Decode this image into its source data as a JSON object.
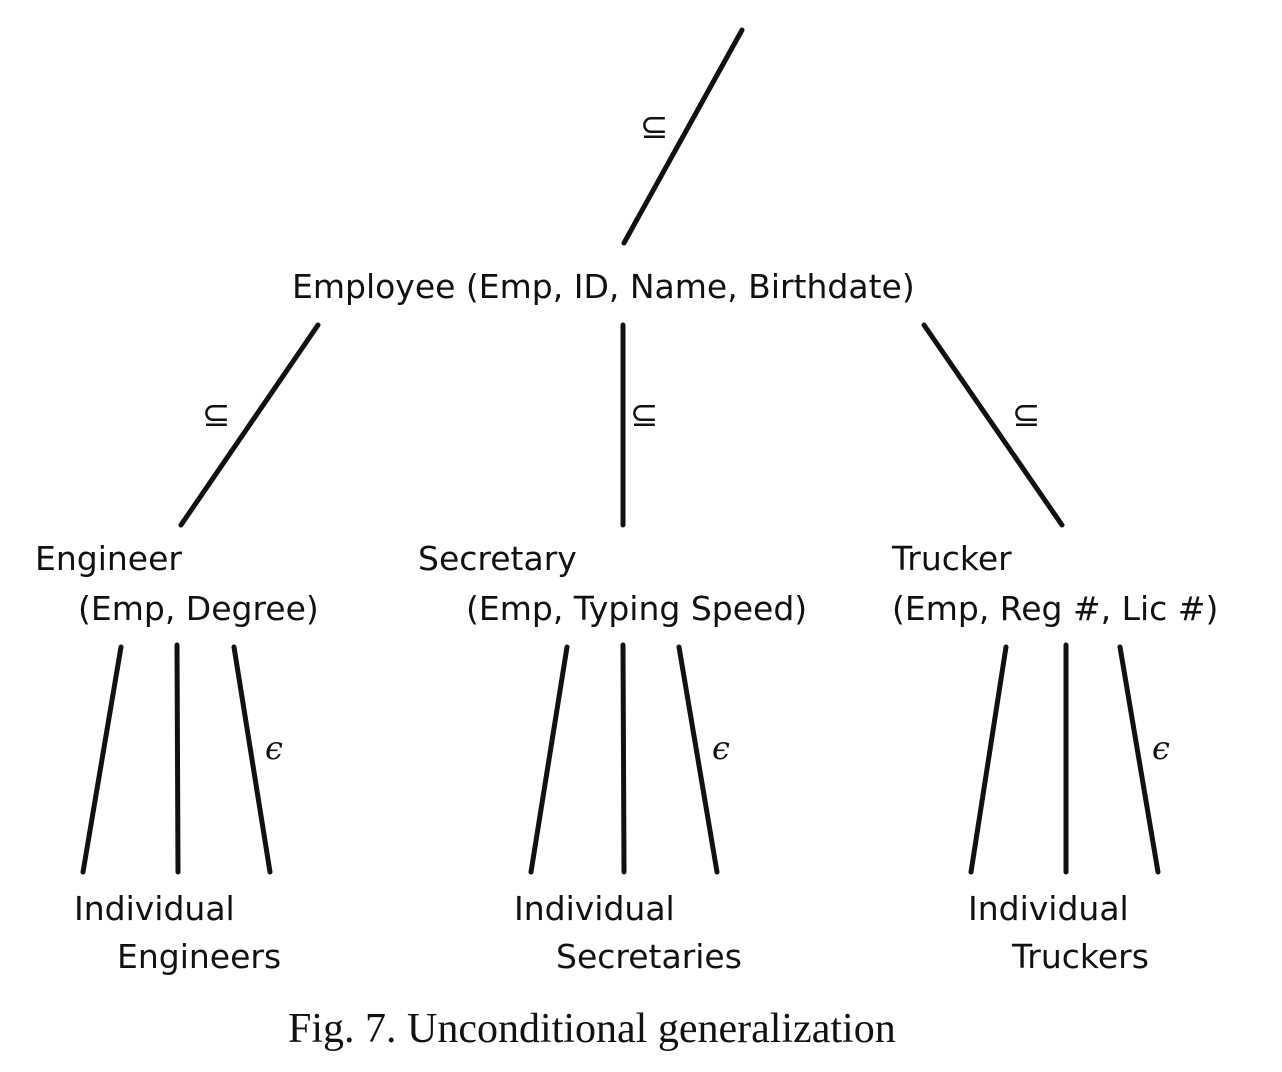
{
  "relations": {
    "subset_symbol": "⊆",
    "member_symbol": "ϵ"
  },
  "root": {
    "label": "Employee (Emp, ID, Name, Birthdate)"
  },
  "entities": [
    {
      "name": "Engineer",
      "attributes": "(Emp, Degree)",
      "instances_line1": "Individual",
      "instances_line2": "Engineers"
    },
    {
      "name": "Secretary",
      "attributes": "(Emp, Typing Speed)",
      "instances_line1": "Individual",
      "instances_line2": "Secretaries"
    },
    {
      "name": "Trucker",
      "attributes": "(Emp, Reg #, Lic #)",
      "instances_line1": "Individual",
      "instances_line2": "Truckers"
    }
  ],
  "caption": "Fig. 7. Unconditional generalization"
}
